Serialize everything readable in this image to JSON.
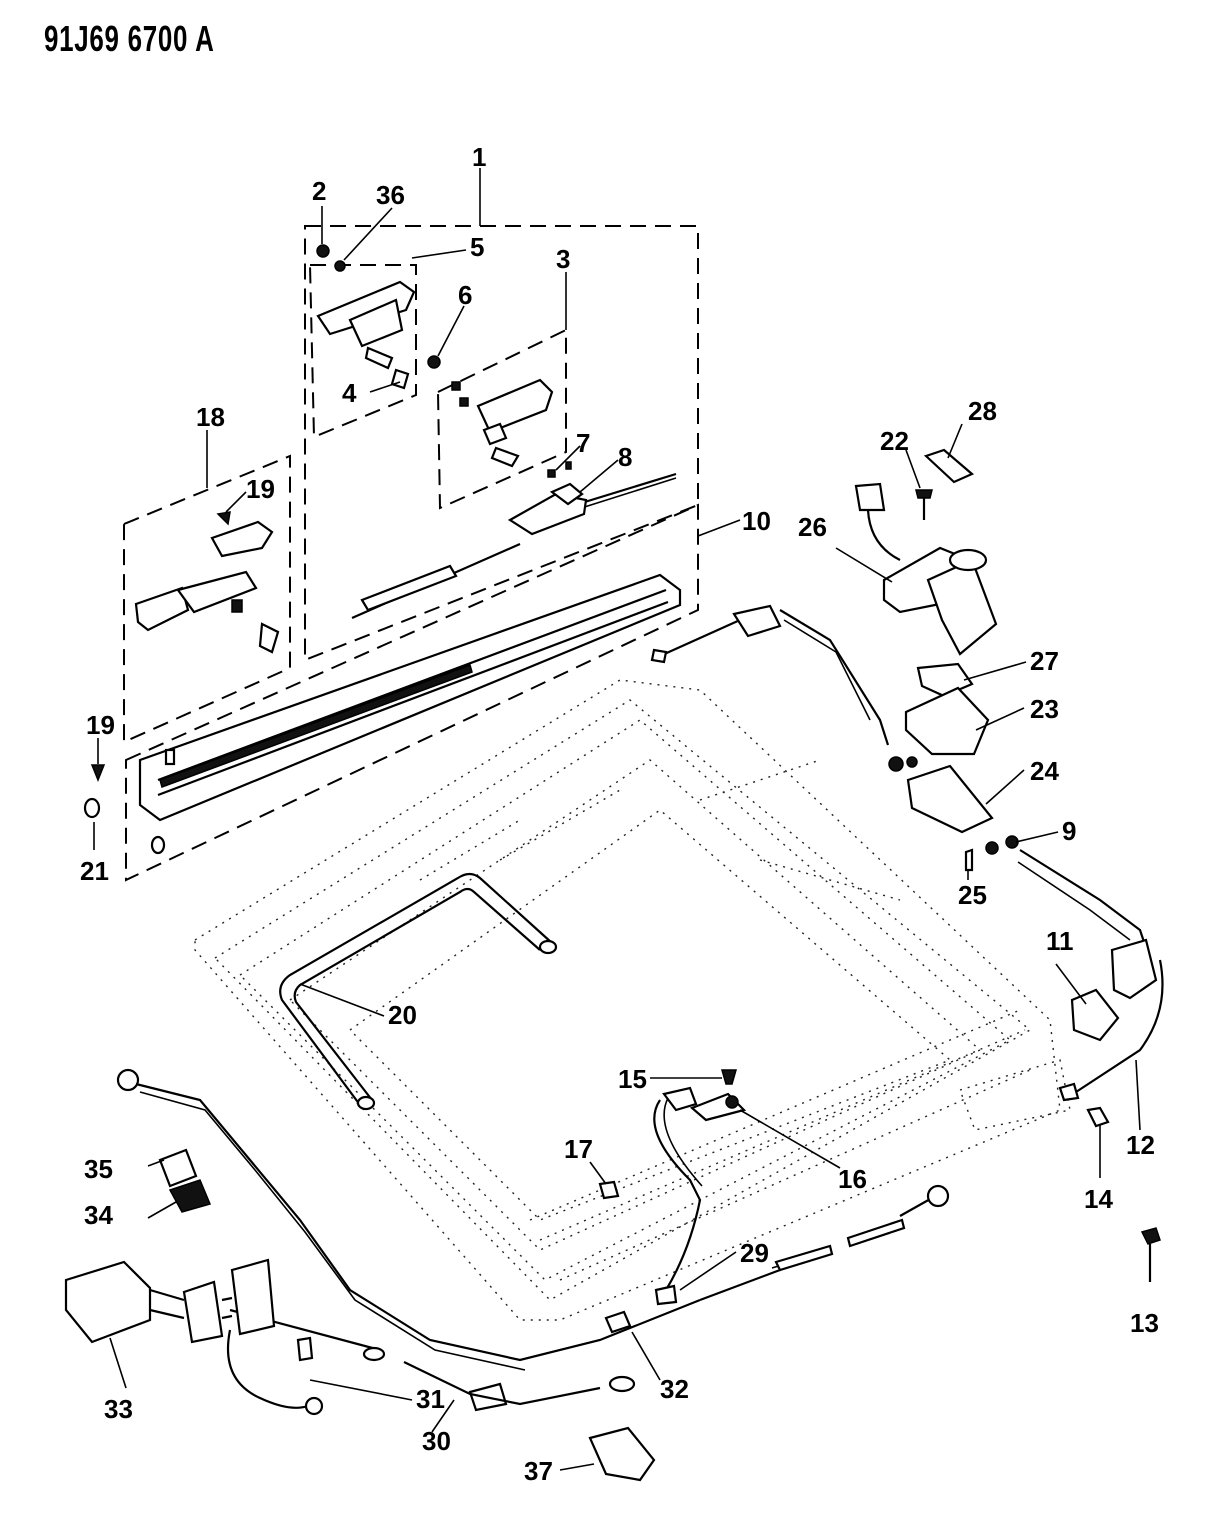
{
  "document_code": "91J69 6700 A",
  "callouts": {
    "c1": "1",
    "c2": "2",
    "c3": "3",
    "c4": "4",
    "c5": "5",
    "c6": "6",
    "c7": "7",
    "c8": "8",
    "c9": "9",
    "c10": "10",
    "c11": "11",
    "c12": "12",
    "c13": "13",
    "c14": "14",
    "c15": "15",
    "c16": "16",
    "c17": "17",
    "c18": "18",
    "c19a": "19",
    "c19b": "19",
    "c20": "20",
    "c21": "21",
    "c22": "22",
    "c23": "23",
    "c24": "24",
    "c25": "25",
    "c26": "26",
    "c27": "27",
    "c28": "28",
    "c29": "29",
    "c30": "30",
    "c31": "31",
    "c32": "32",
    "c33": "33",
    "c34": "34",
    "c35": "35",
    "c36": "36",
    "c37": "37"
  }
}
